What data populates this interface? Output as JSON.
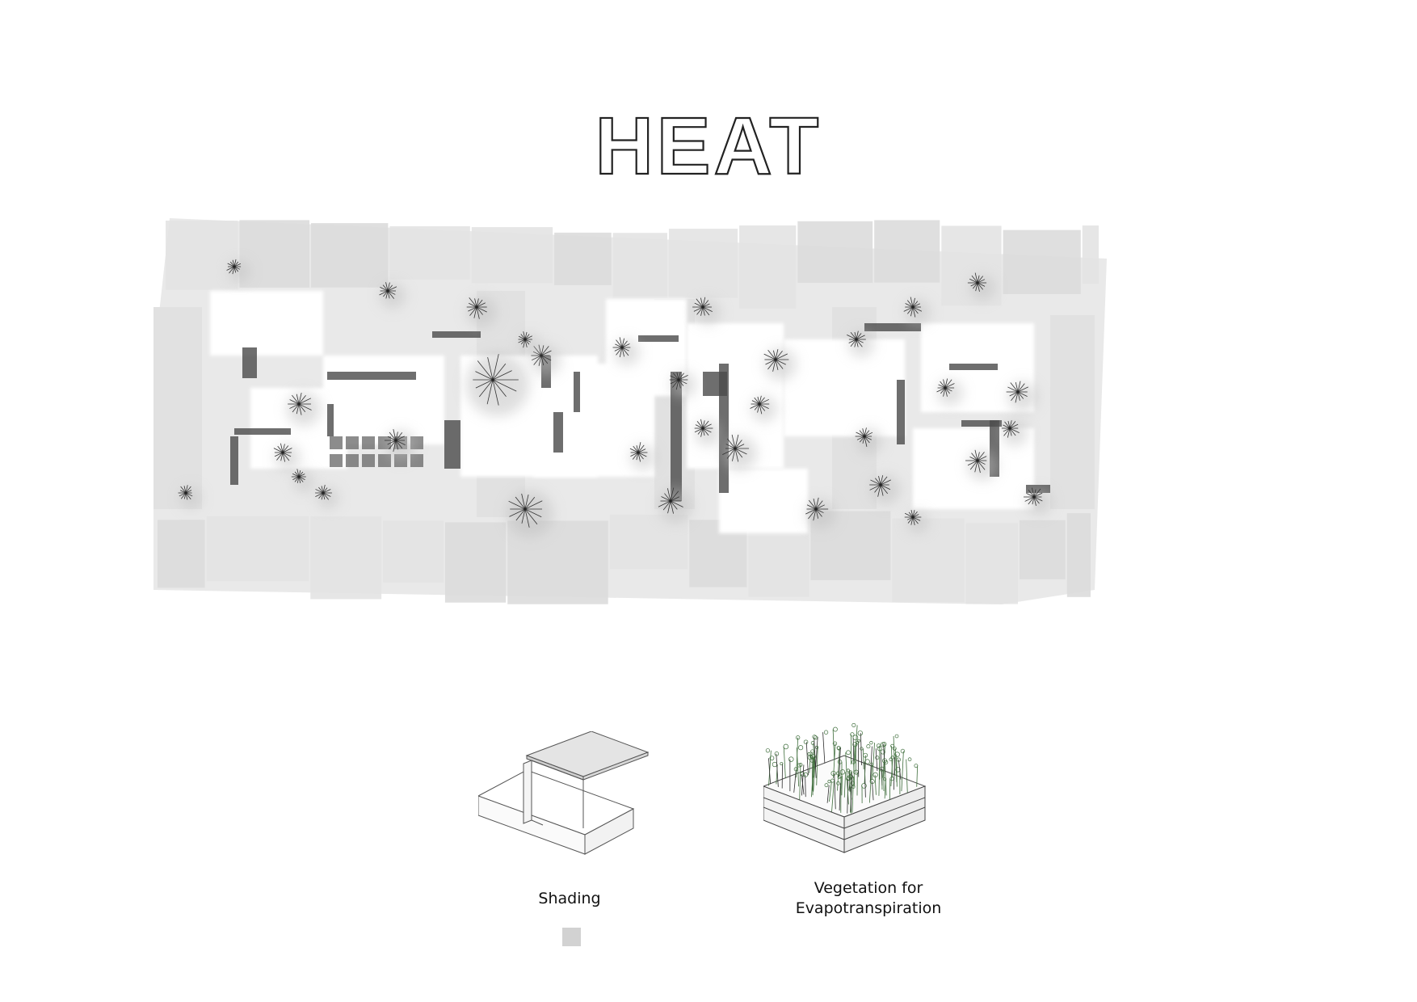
{
  "title": "HEAT",
  "legend": {
    "shading_label": "Shading",
    "vegetation_label_line1": "Vegetation for",
    "vegetation_label_line2": "Evapotranspiration",
    "shading_swatch_color": "#d2d2d2"
  },
  "colors": {
    "building_fill": "#e9e9e9",
    "building_shade": "#dcdcdc",
    "ground": "#ffffff",
    "planting": "#4a4a4a",
    "vegetation_green": "#3f6e3c"
  }
}
